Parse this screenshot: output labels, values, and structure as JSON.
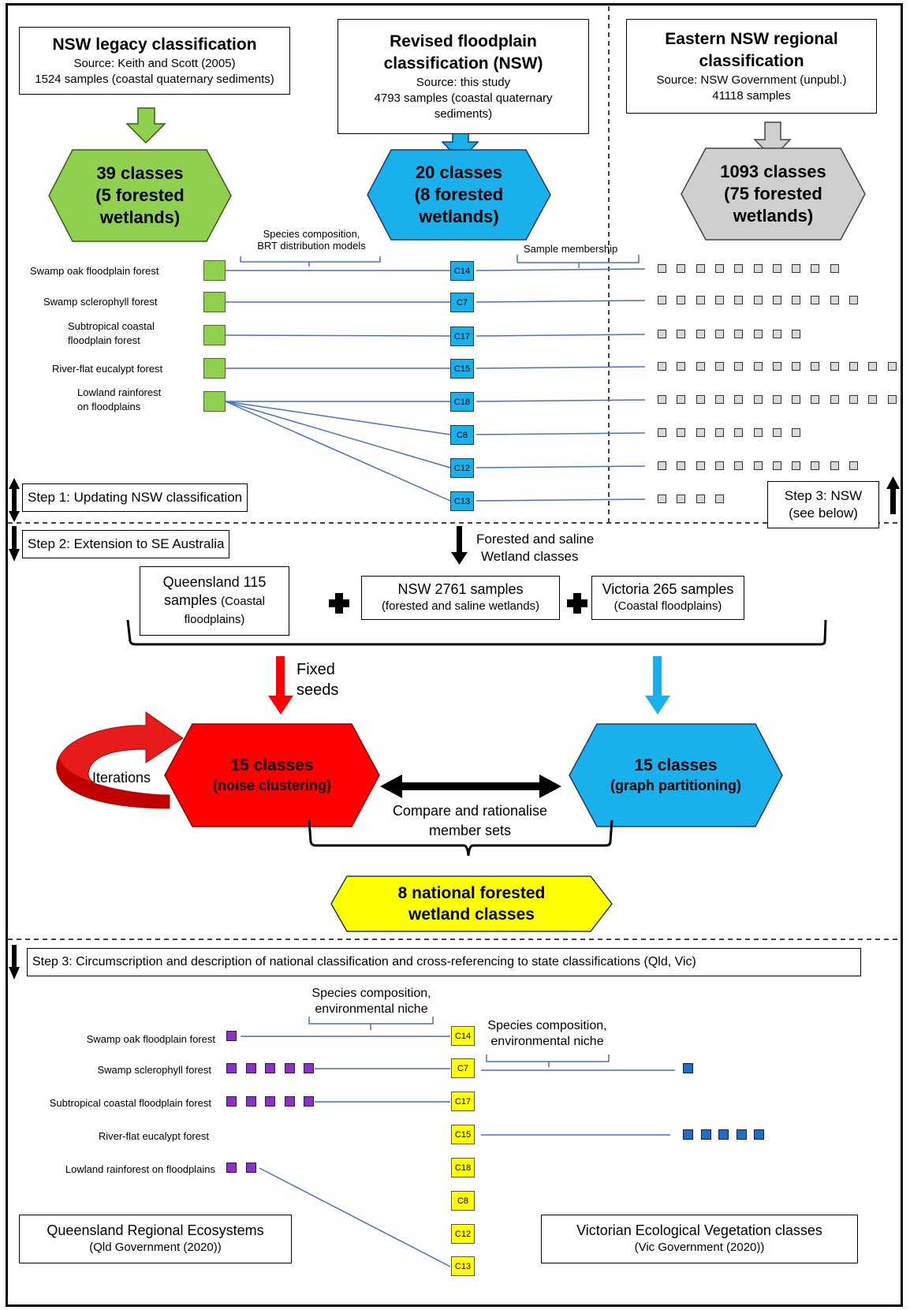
{
  "top": {
    "legacy": {
      "title": "NSW legacy classification",
      "source": "Source: Keith and Scott (2005)",
      "samples": "1524 samples (coastal quaternary sediments)",
      "classes": "39 classes",
      "forested": "(5 forested",
      "wetlands": "wetlands)"
    },
    "revised": {
      "title1": "Revised floodplain",
      "title2": "classification (NSW)",
      "source": "Source: this study",
      "samples1": "4793 samples (coastal quaternary",
      "samples2": "sediments)",
      "classes": "20 classes",
      "forested": "(8 forested",
      "wetlands": "wetlands)"
    },
    "eastern": {
      "title1": "Eastern NSW regional",
      "title2": "classification",
      "source": "Source: NSW Government (unpubl.)",
      "samples": "41118 samples",
      "classes": "1093 classes",
      "forested": "(75 forested",
      "wetlands": "wetlands)"
    },
    "brace_left1": "Species composition,",
    "brace_left2": "BRT distribution models",
    "brace_right": "Sample membership",
    "rows": [
      {
        "label": "Swamp oak floodplain forest",
        "code": "C14",
        "squares": 10
      },
      {
        "label": "Swamp sclerophyll forest",
        "code": "C7",
        "squares": 11
      },
      {
        "label1": "Subtropical coastal",
        "label2": "floodplain forest",
        "code": "C17",
        "squares": 8
      },
      {
        "label": "River-flat eucalypt forest",
        "code": "C15",
        "squares": 13
      },
      {
        "label1": "Lowland rainforest",
        "label2": "on floodplains",
        "code": "C18",
        "squares": 13
      },
      {
        "code": "C8",
        "squares": 8
      },
      {
        "code": "C12",
        "squares": 11
      },
      {
        "code": "C13",
        "squares": 4
      }
    ],
    "step1": "Step 1: Updating NSW classification",
    "step3a": "Step 3: NSW",
    "step3b": "(see below)"
  },
  "middle": {
    "step2": "Step 2: Extension to SE Australia",
    "forested_saline1": "Forested and saline",
    "forested_saline2": "Wetland classes",
    "qld1": "Queensland 115",
    "qld2": "samples",
    "qld3": "(Coastal",
    "qld4": "floodplains)",
    "nsw1": "NSW 2761 samples",
    "nsw2": "(forested and saline wetlands)",
    "vic1": "Victoria 265 samples",
    "vic2": "(Coastal floodplains)",
    "fixed1": "Fixed",
    "fixed2": "seeds",
    "iterations": "Iterations",
    "noise_title": "15 classes",
    "noise_sub": "(noise clustering)",
    "graph_title": "15 classes",
    "graph_sub": "(graph partitioning)",
    "compare1": "Compare and rationalise",
    "compare2": "member sets",
    "national1": "8 national forested",
    "national2": "wetland classes"
  },
  "bottom": {
    "step3": "Step 3: Circumscription and description of national classification and cross-referencing to state classifications (Qld, Vic)",
    "brace1a": "Species composition,",
    "brace1b": "environmental niche",
    "brace2a": "Species composition,",
    "brace2b": "environmental niche",
    "rows": [
      {
        "label": "Swamp oak floodplain forest",
        "code": "C14",
        "qld": 1,
        "vic": 0
      },
      {
        "label": "Swamp sclerophyll forest",
        "code": "C7",
        "qld": 5,
        "vic": 1
      },
      {
        "label": "Subtropical coastal floodplain forest",
        "code": "C17",
        "qld": 5,
        "vic": 0
      },
      {
        "label": "River-flat eucalypt forest",
        "code": "C15",
        "qld": 0,
        "vic": 5
      },
      {
        "label": "Lowland rainforest on floodplains",
        "code": "C18",
        "qld": 2,
        "vic": 0
      },
      {
        "code": "C8"
      },
      {
        "code": "C12"
      },
      {
        "code": "C13"
      }
    ],
    "qld_title": "Queensland Regional Ecosystems",
    "qld_src": "(Qld Government (2020))",
    "vic_title": "Victorian Ecological Vegetation classes",
    "vic_src": "(Vic Government (2020))"
  },
  "colors": {
    "green": "#8fd14f",
    "blue": "#1ab0ec",
    "grey": "#d0cece",
    "red": "#ff0000",
    "yellow": "#ffff00",
    "purple": "#8e2fc7",
    "line": "#4472c4"
  }
}
